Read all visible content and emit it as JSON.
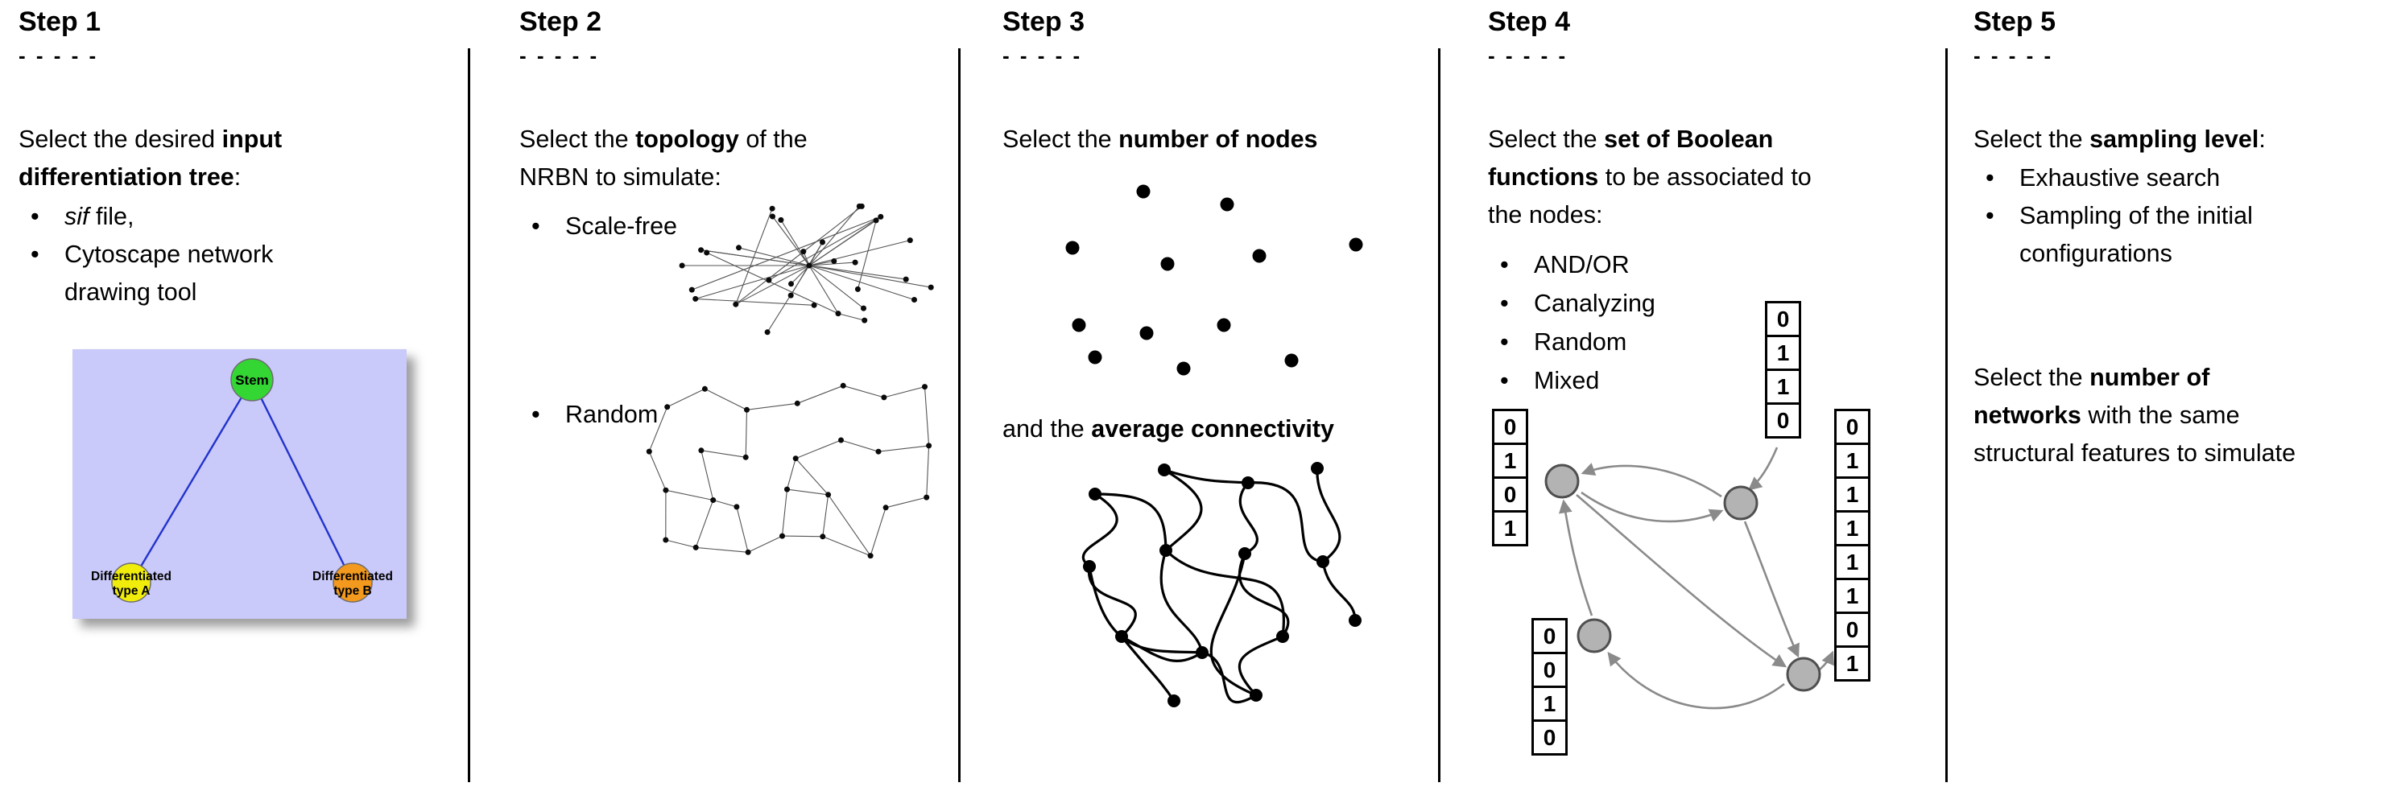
{
  "ui": {
    "bullet": "•"
  },
  "steps": [
    {
      "title": "Step 1",
      "dashes": "- - - - -",
      "intro_1": "Select the desired ",
      "intro_2": "input",
      "intro_3": "differentiation tree",
      "intro_4": ":",
      "bullet_1_italic": "sif",
      "bullet_1_rest": " file,",
      "bullet_2_line1": "Cytoscape network",
      "bullet_2_line2": "drawing tool",
      "tree": {
        "stem_label": "Stem",
        "type_a_line1": "Differentiated",
        "type_a_line2": "type A",
        "type_b_line1": "Differentiated",
        "type_b_line2": "type B",
        "colors": {
          "background": "#c9c9fa",
          "stem": "#33d633",
          "type_a": "#f0ed0c",
          "type_b": "#f2991e",
          "edge": "#2233cc"
        }
      }
    },
    {
      "title": "Step 2",
      "dashes": "- - - - -",
      "intro_1": "Select the ",
      "intro_2": "topology",
      "intro_3": " of the",
      "intro_4": "NRBN to simulate:",
      "bullet_1": "Scale-free",
      "bullet_2": "Random"
    },
    {
      "title": "Step 3",
      "dashes": "- - - - -",
      "intro_1": "Select the ",
      "intro_2": "number of nodes",
      "para2_1": "and the ",
      "para2_2": "average connectivity"
    },
    {
      "title": "Step 4",
      "dashes": "- - - - -",
      "intro_1": "Select the ",
      "intro_2": "set of Boolean",
      "intro_3": "functions",
      "intro_4": " to be associated to",
      "intro_5": "the nodes:",
      "bullets": [
        "AND/OR",
        "Canalyzing",
        "Random",
        "Mixed"
      ],
      "tables": {
        "left": [
          "0",
          "1",
          "0",
          "1"
        ],
        "top": [
          "0",
          "1",
          "1",
          "0"
        ],
        "bottom_left": [
          "0",
          "0",
          "1",
          "0"
        ],
        "right": [
          "0",
          "1",
          "1",
          "1",
          "1",
          "1",
          "0",
          "1"
        ]
      }
    },
    {
      "title": "Step 5",
      "dashes": "- - - - -",
      "intro_1": "Select the ",
      "intro_2": "sampling level",
      "intro_3": ":",
      "bullet_1": "Exhaustive search",
      "bullet_2_line1": "Sampling of the initial",
      "bullet_2_line2": "configurations",
      "para2_1": "Select the ",
      "para2_2": "number of",
      "para2_3": "networks",
      "para2_4": " with the same",
      "para2_5": "structural features to simulate"
    }
  ]
}
